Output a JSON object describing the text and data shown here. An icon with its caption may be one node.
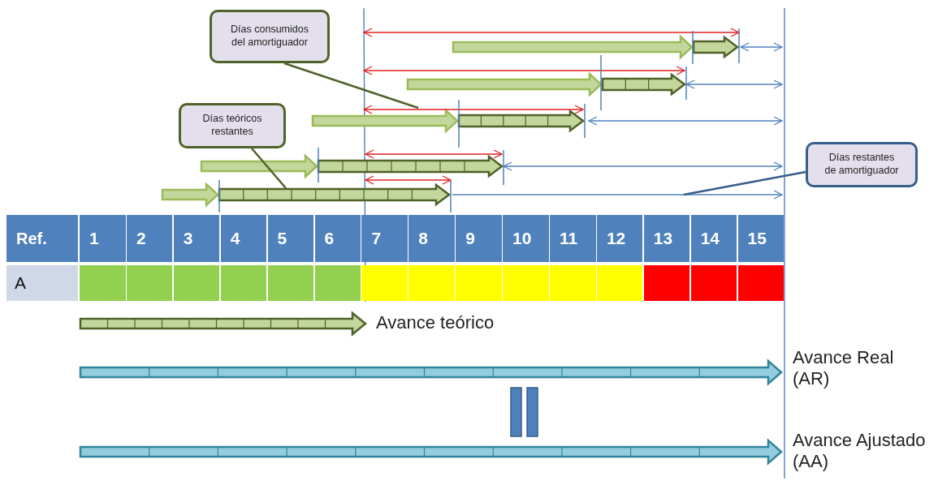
{
  "diagram": {
    "nodes": [
      {
        "text": [
          "Días consumidos del amortiguador"
        ]
      },
      {
        "text": [
          "Días teóricos restantes"
        ]
      },
      {
        "text": [
          "Días restantes de amortiguador"
        ]
      }
    ],
    "edges": [
      {
        "from": 0,
        "to": null,
        "arrow": "none"
      },
      {
        "from": 1,
        "to": null,
        "arrow": "none"
      },
      {
        "from": 2,
        "to": null,
        "arrow": "none",
        "color": "#385d8a"
      }
    ],
    "labels": [
      "Ref.",
      "1",
      "2",
      "3",
      "4",
      "5",
      "6",
      "7",
      "8",
      "9",
      "10",
      "11",
      "12",
      "13",
      "14",
      "15",
      "A",
      "Avance teórico",
      "Avance Real (AR)",
      "Avance Ajustado (AA)"
    ]
  }
}
